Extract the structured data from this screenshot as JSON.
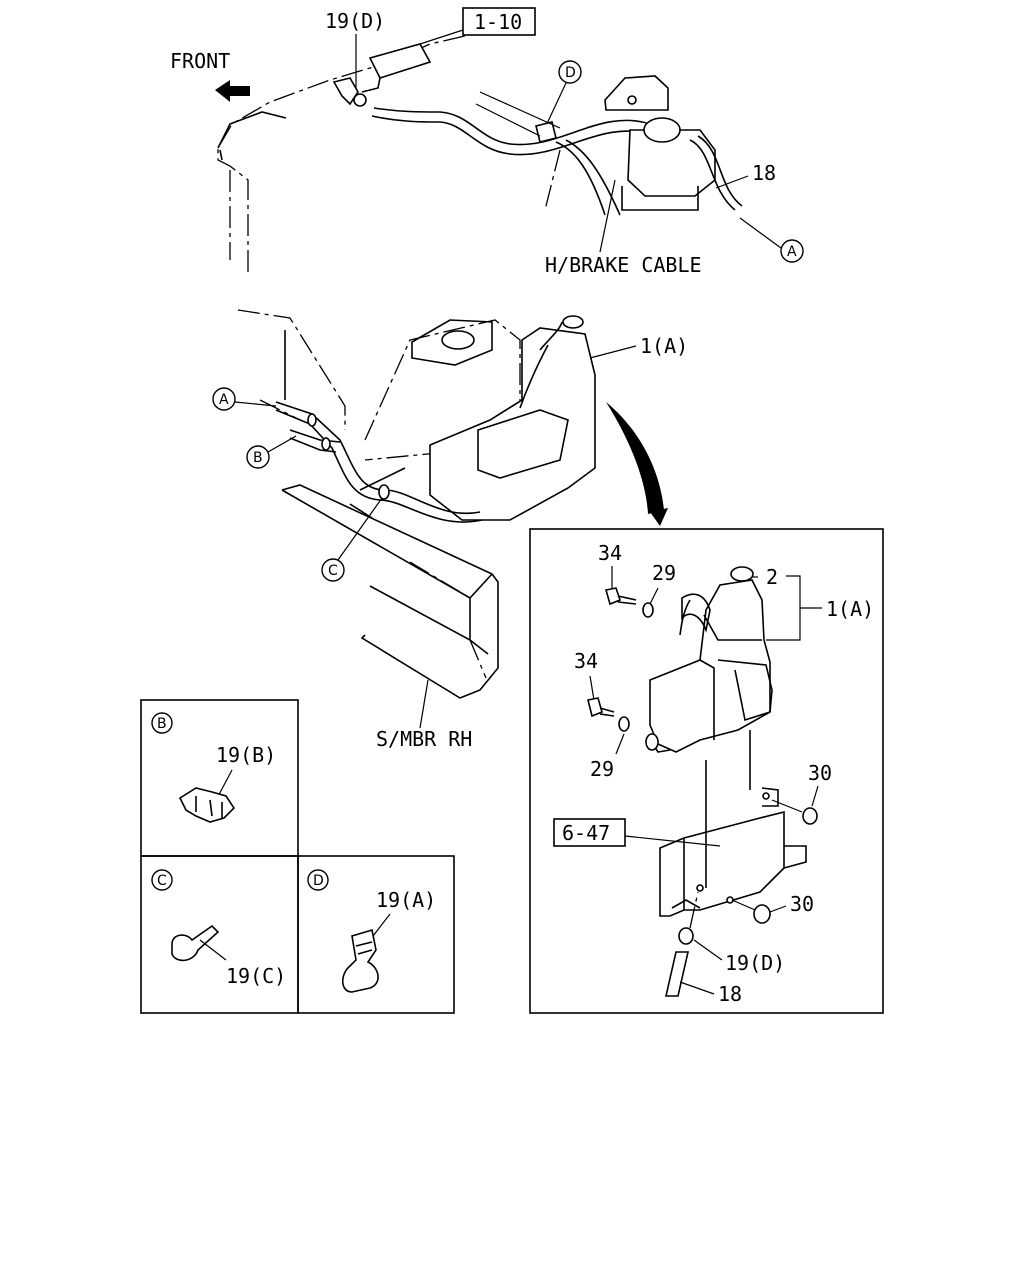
{
  "labels": {
    "front": "FRONT",
    "ref_1_10": "1-10",
    "p19d_top": "19(D)",
    "d_top": "D",
    "p18_top": "18",
    "a_top": "A",
    "brake_cable": "H/BRAKE CABLE",
    "p1a_mid": "1(A)",
    "a_mid": "A",
    "b_mid": "B",
    "c_mid": "C",
    "smbr": "S/MBR RH",
    "p34_a": "34",
    "p29_a": "29",
    "p2": "2",
    "p1a_detail": "1(A)",
    "p34_b": "34",
    "p29_b": "29",
    "p30_a": "30",
    "ref_6_47": "6-47",
    "p30_b": "30",
    "p19d_detail": "19(D)",
    "p18_detail": "18",
    "inset_b_letter": "B",
    "inset_b_part": "19(B)",
    "inset_c_letter": "C",
    "inset_c_part": "19(C)",
    "inset_d_letter": "D",
    "inset_d_part": "19(A)"
  }
}
